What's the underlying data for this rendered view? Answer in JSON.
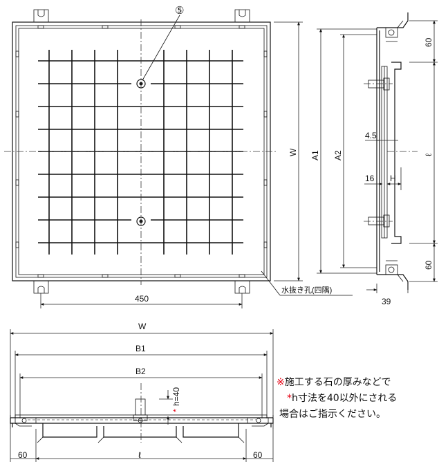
{
  "callout": {
    "number": "⑤"
  },
  "top_view": {
    "width_label": "450",
    "drain_label": "水抜き孔(四隅)"
  },
  "side_view": {
    "height_label": "W",
    "a1_label": "A1",
    "a2_label": "A2",
    "length_label": "ℓ",
    "top_offset_label": "60",
    "bottom_offset_label": "60",
    "gap_label": "4.5",
    "flange_label": "16",
    "h_label": "H",
    "depth_label": "39"
  },
  "front_view": {
    "width_label": "W",
    "b1_label": "B1",
    "b2_label": "B2",
    "h_note": "h=40",
    "h_star": "*",
    "length_label": "ℓ",
    "left_offset_label": "60",
    "right_offset_label": "60"
  },
  "note": {
    "mark": "※",
    "line1": "施工する石の厚みなどで",
    "star": "*",
    "line2": "h寸法を40以外にされる",
    "line3": "場合はご指示ください。",
    "accent_color": "#e60012"
  }
}
